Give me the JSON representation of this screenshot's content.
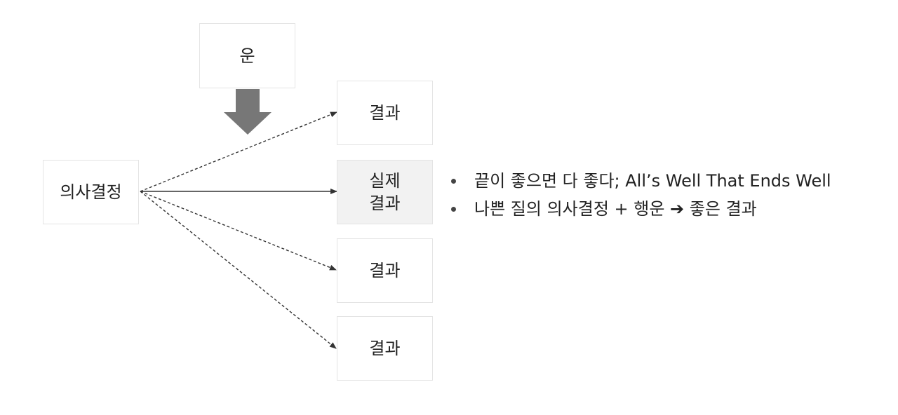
{
  "luck": {
    "label": "운"
  },
  "decision": {
    "label": "의사결정"
  },
  "outcomes": [
    {
      "label": "결과",
      "actual": false
    },
    {
      "label": "실제\n결과",
      "actual": true
    },
    {
      "label": "결과",
      "actual": false
    },
    {
      "label": "결과",
      "actual": false
    }
  ],
  "notes": [
    "끝이 좋으면 다 좋다; All’s Well That Ends Well",
    "나쁜 질의 의사결정 + 행운 ➔ 좋은 결과"
  ],
  "colors": {
    "box_border": "#e4e4e4",
    "actual_fill": "#f2f2f2",
    "luck_arrow": "#777777",
    "connector": "#333333"
  }
}
